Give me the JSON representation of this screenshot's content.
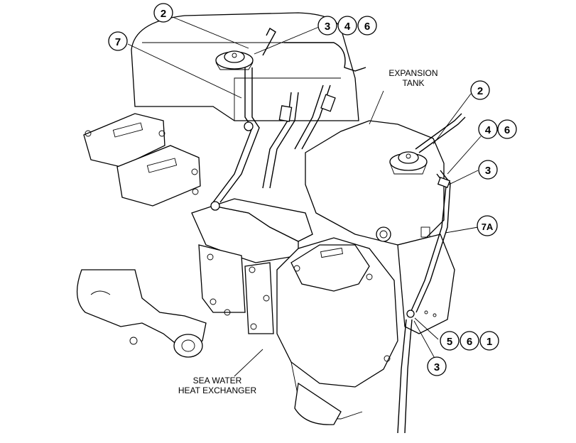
{
  "labels": {
    "expansion_tank_line1": "EXPANSION",
    "expansion_tank_line2": "TANK",
    "sea_water_line1": "SEA WATER",
    "sea_water_line2": "HEAT EXCHANGER"
  },
  "callouts": {
    "c2_top": "2",
    "c7": "7",
    "c3_a": "3",
    "c4_a": "4",
    "c6_a": "6",
    "c2_right": "2",
    "c4_b": "4",
    "c6_b": "6",
    "c3_b": "3",
    "c7a": "7A",
    "c5": "5",
    "c6_c": "6",
    "c1": "1",
    "c3_bottom": "3"
  }
}
